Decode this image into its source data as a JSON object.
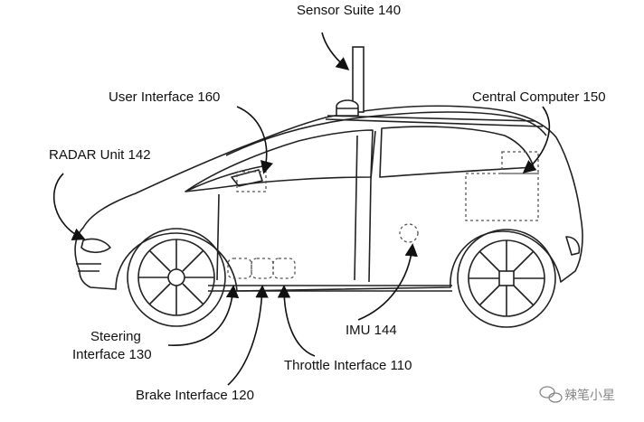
{
  "labels": {
    "sensor_suite": "Sensor Suite 140",
    "user_interface": "User Interface 160",
    "central_computer": "Central Computer 150",
    "radar_unit": "RADAR Unit 142",
    "imu": "IMU 144",
    "steering_line1": "Steering",
    "steering_line2": "Interface 130",
    "throttle": "Throttle Interface 110",
    "brake": "Brake Interface 120"
  },
  "watermark": {
    "text": "辣笔小星",
    "icon": "wechat-icon"
  },
  "colors": {
    "line": "#222222",
    "dashed": "#555555",
    "watermark": "#888888"
  }
}
